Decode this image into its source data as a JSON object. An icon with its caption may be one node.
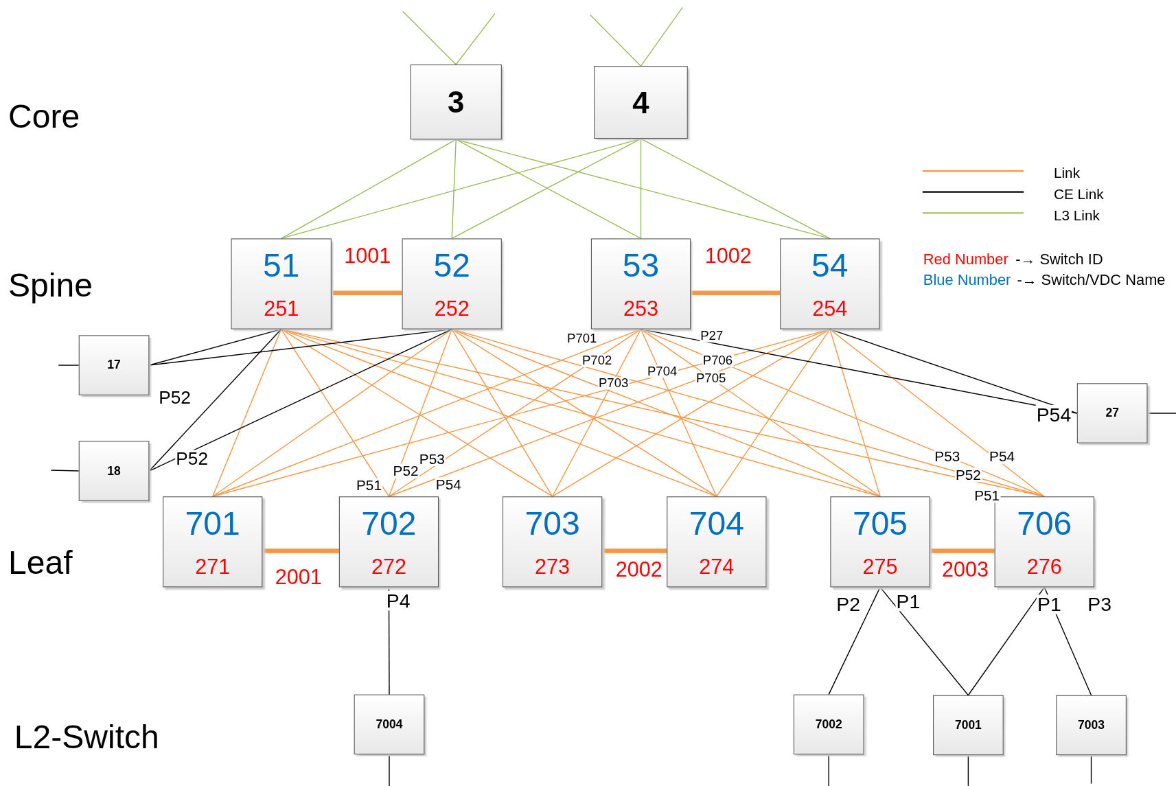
{
  "diagram": {
    "nodes": [
      {
        "text": [
          "3"
        ]
      },
      {
        "text": [
          "4"
        ]
      },
      {
        "text": [
          "51",
          "251"
        ]
      },
      {
        "text": [
          "52",
          "252"
        ]
      },
      {
        "text": [
          "53",
          "253"
        ]
      },
      {
        "text": [
          "54",
          "254"
        ]
      },
      {
        "text": [
          "17"
        ]
      },
      {
        "text": [
          "18"
        ]
      },
      {
        "text": [
          "27"
        ]
      },
      {
        "text": [
          "701",
          "271"
        ]
      },
      {
        "text": [
          "702",
          "272"
        ]
      },
      {
        "text": [
          "703",
          "273"
        ]
      },
      {
        "text": [
          "704",
          "274"
        ]
      },
      {
        "text": [
          "705",
          "275"
        ]
      },
      {
        "text": [
          "706",
          "276"
        ]
      },
      {
        "text": [
          "7004"
        ]
      },
      {
        "text": [
          "7002"
        ]
      },
      {
        "text": [
          "7001"
        ]
      },
      {
        "text": [
          "7003"
        ]
      }
    ],
    "edges": [
      {
        "from": null,
        "to": 0,
        "arrow": "none",
        "color": "#9bbb59"
      },
      {
        "from": null,
        "to": 0,
        "arrow": "none",
        "color": "#9bbb59"
      },
      {
        "from": null,
        "to": 1,
        "arrow": "none",
        "color": "#9bbb59"
      },
      {
        "from": null,
        "to": 1,
        "arrow": "none",
        "color": "#9bbb59"
      },
      {
        "from": 0,
        "to": 2,
        "arrow": "none",
        "color": "#9bbb59"
      },
      {
        "from": 0,
        "to": 3,
        "arrow": "none",
        "color": "#9bbb59"
      },
      {
        "from": 0,
        "to": 4,
        "arrow": "none",
        "color": "#9bbb59"
      },
      {
        "from": 0,
        "to": 5,
        "arrow": "none",
        "color": "#9bbb59"
      },
      {
        "from": 1,
        "to": 2,
        "arrow": "none",
        "color": "#9bbb59"
      },
      {
        "from": 1,
        "to": 3,
        "arrow": "none",
        "color": "#9bbb59"
      },
      {
        "from": 1,
        "to": 4,
        "arrow": "none",
        "color": "#9bbb59"
      },
      {
        "from": 1,
        "to": 5,
        "arrow": "none",
        "color": "#9bbb59"
      },
      {
        "from": 2,
        "to": 9,
        "arrow": "none"
      },
      {
        "from": 2,
        "to": 10,
        "arrow": "none"
      },
      {
        "from": 2,
        "to": 11,
        "arrow": "none"
      },
      {
        "from": 2,
        "to": 12,
        "arrow": "none"
      },
      {
        "from": 2,
        "to": 13,
        "arrow": "none"
      },
      {
        "from": 2,
        "to": 14,
        "arrow": "none"
      },
      {
        "from": 3,
        "to": 9,
        "arrow": "none"
      },
      {
        "from": 3,
        "to": 10,
        "arrow": "none"
      },
      {
        "from": 3,
        "to": 11,
        "arrow": "none"
      },
      {
        "from": 3,
        "to": 12,
        "arrow": "none"
      },
      {
        "from": 3,
        "to": 13,
        "arrow": "none"
      },
      {
        "from": 3,
        "to": 14,
        "arrow": "none"
      },
      {
        "from": 4,
        "to": 9,
        "arrow": "none"
      },
      {
        "from": 4,
        "to": 10,
        "arrow": "none"
      },
      {
        "from": 4,
        "to": 11,
        "arrow": "none"
      },
      {
        "from": 4,
        "to": 12,
        "arrow": "none"
      },
      {
        "from": 4,
        "to": 13,
        "arrow": "none"
      },
      {
        "from": 4,
        "to": 14,
        "arrow": "none"
      },
      {
        "from": 5,
        "to": 9,
        "arrow": "none"
      },
      {
        "from": 5,
        "to": 10,
        "arrow": "none"
      },
      {
        "from": 5,
        "to": 11,
        "arrow": "none"
      },
      {
        "from": 5,
        "to": 12,
        "arrow": "none"
      },
      {
        "from": 5,
        "to": 13,
        "arrow": "none"
      },
      {
        "from": 5,
        "to": 14,
        "arrow": "none"
      },
      {
        "from": 2,
        "to": 3,
        "arrow": "none",
        "label": "1001",
        "style": "thick"
      },
      {
        "from": 4,
        "to": 5,
        "arrow": "none",
        "label": "1002",
        "style": "thick"
      },
      {
        "from": 9,
        "to": 10,
        "arrow": "none",
        "label": "2001",
        "style": "thick"
      },
      {
        "from": 11,
        "to": 12,
        "arrow": "none",
        "label": "2002",
        "style": "thick"
      },
      {
        "from": 13,
        "to": 14,
        "arrow": "none",
        "label": "2003",
        "style": "thick"
      },
      {
        "from": 6,
        "to": 2,
        "arrow": "none",
        "color": "#000000"
      },
      {
        "from": 6,
        "to": 3,
        "arrow": "none",
        "color": "#000000"
      },
      {
        "from": 7,
        "to": 2,
        "arrow": "none",
        "color": "#000000"
      },
      {
        "from": 7,
        "to": 3,
        "arrow": "none",
        "color": "#000000"
      },
      {
        "from": 8,
        "to": 4,
        "arrow": "none",
        "color": "#000000"
      },
      {
        "from": 8,
        "to": 5,
        "arrow": "none",
        "color": "#000000"
      },
      {
        "from": 6,
        "to": null,
        "arrow": "none",
        "color": "#000000"
      },
      {
        "from": 7,
        "to": null,
        "arrow": "none",
        "color": "#000000"
      },
      {
        "from": 8,
        "to": null,
        "arrow": "none",
        "color": "#000000"
      },
      {
        "from": 10,
        "to": 15,
        "arrow": "none",
        "color": "#000000"
      },
      {
        "from": 13,
        "to": 16,
        "arrow": "none",
        "color": "#000000"
      },
      {
        "from": 13,
        "to": 17,
        "arrow": "none",
        "color": "#000000"
      },
      {
        "from": 14,
        "to": 17,
        "arrow": "none",
        "color": "#000000"
      },
      {
        "from": 14,
        "to": 18,
        "arrow": "none",
        "color": "#000000"
      },
      {
        "from": 15,
        "to": null,
        "arrow": "none",
        "color": "#000000"
      },
      {
        "from": 16,
        "to": null,
        "arrow": "none",
        "color": "#000000"
      },
      {
        "from": 17,
        "to": null,
        "arrow": "none",
        "color": "#000000"
      },
      {
        "from": 18,
        "to": null,
        "arrow": "none",
        "color": "#000000"
      }
    ],
    "labels": [
      "Core",
      "Spine",
      "Leaf",
      "L2-Switch",
      "P52",
      "P52",
      "P54",
      "P701",
      "P702",
      "P703",
      "P704",
      "P705",
      "P706",
      "P27",
      "P51",
      "P52",
      "P53",
      "P54",
      "P53",
      "P54",
      "P52",
      "P51",
      "P4",
      "P2",
      "P1",
      "P1",
      "P3",
      "Red Number",
      "-→ Switch ID",
      "Blue Number",
      "-→ Switch/VDC Name"
    ],
    "legend": [
      {
        "text": "Link"
      },
      {
        "text": "CE Link"
      },
      {
        "text": "L3 Link"
      }
    ]
  }
}
